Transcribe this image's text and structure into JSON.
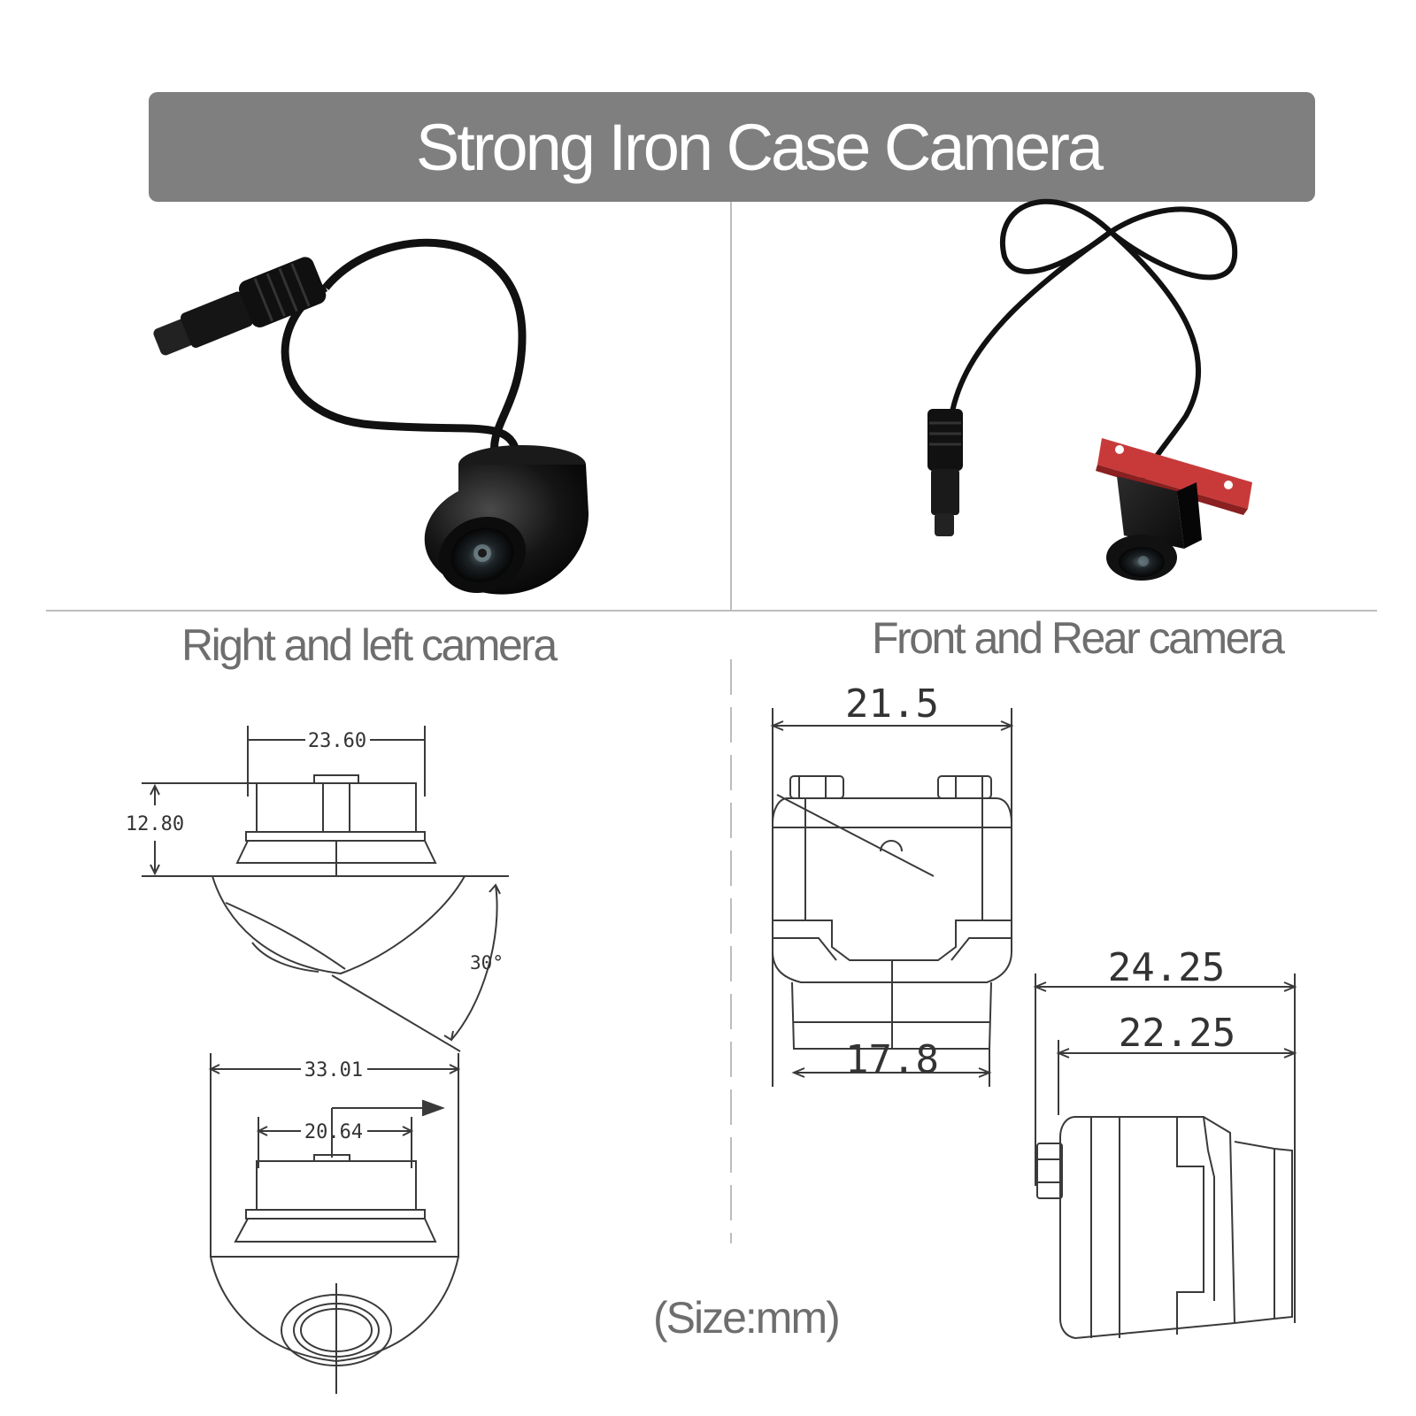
{
  "banner": {
    "title": "Strong Iron Case Camera"
  },
  "sections": {
    "left_label": "Right and left camera",
    "right_label": "Front and Rear camera"
  },
  "dimensions": {
    "side_top_width": "23.60",
    "side_height": "12.80",
    "side_angle": "30°",
    "side_total_width": "33.01",
    "side_inner_width": "20.64",
    "front_width": "21.5",
    "front_bottom_width": "17.8",
    "rear_depth_outer": "24.25",
    "rear_depth_inner": "22.25"
  },
  "size_note": "(Size:mm)",
  "colors": {
    "banner_bg": "#7f7f7f",
    "banner_text": "#ffffff",
    "label_text": "#6e6e6e",
    "camera_body": "#111111",
    "mount_red": "#c83a3a"
  }
}
